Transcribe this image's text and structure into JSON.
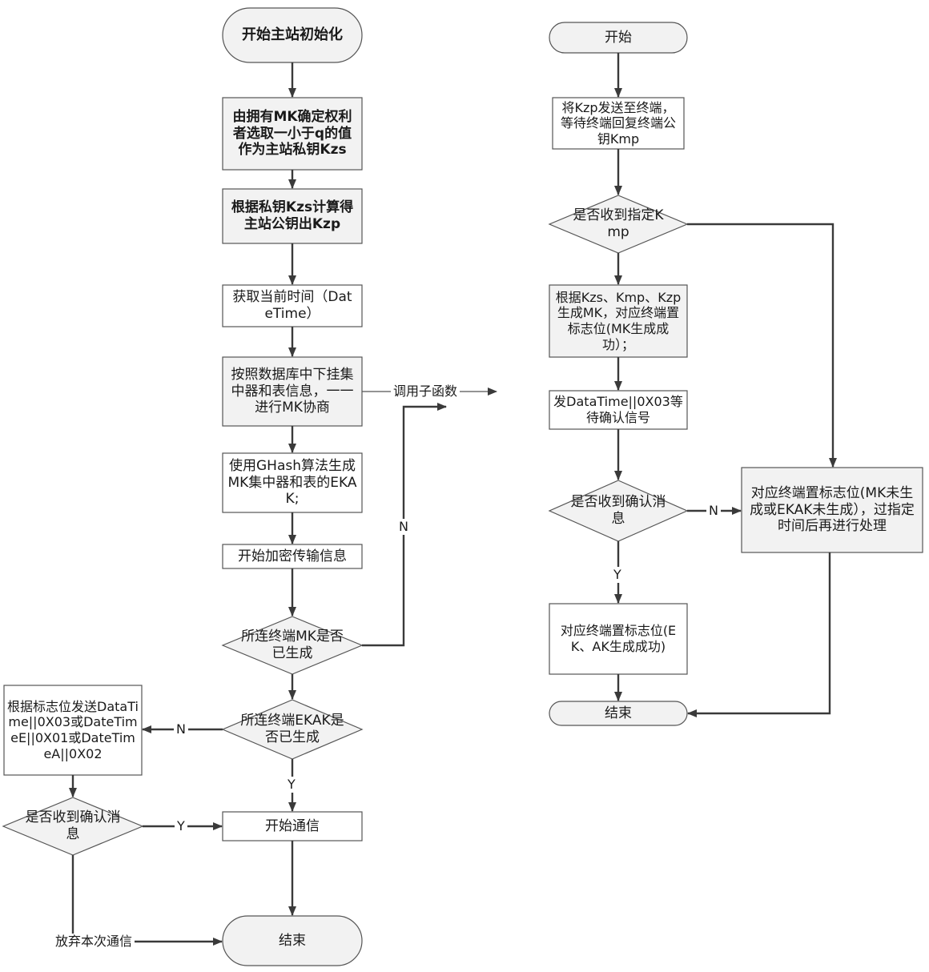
{
  "left": {
    "start": "开始主站初始化",
    "select_key": "由拥有MK确定权利者选取一小于q的值作为主站私钥Kzs",
    "compute_pub": "根据私钥Kzs计算得主站公钥出Kzp",
    "get_time": "获取当前时间（DateTime）",
    "negotiate": "按照数据库中下挂集中器和表信息，一一进行MK协商",
    "ghash": "使用GHash算法生成MK集中器和表的EKAK;",
    "encrypt": "开始加密传输信息",
    "mk_check": "所连终端MK是否已生成",
    "ekak_check": "所连终端EKAK是否已生成",
    "send_flag": "根据标志位发送DataTime||0X03或DateTimeE||0X01或DateTimeA||0X02",
    "confirm_check": "是否收到确认消息",
    "start_comm": "开始通信",
    "abandon": "放弃本次通信",
    "end": "结束"
  },
  "right": {
    "start": "开始",
    "send_kzp": "将Kzp发送至终端，等待终端回复终端公钥Kmp",
    "kmp_check": "是否收到指定Kmp",
    "gen_mk": "根据Kzs、Kmp、Kzp生成MK，对应终端置标志位(MK生成成功）；",
    "send_dt": "发DataTime||0X03等待确认信号",
    "confirm_check": "是否收到确认消息",
    "set_flag_fail": "对应终端置标志位(MK未生成或EKAK未生成），过指定时间后再进行处理",
    "set_flag_ok": "对应终端置标志位(EK、AK生成成功)",
    "end": "结束"
  },
  "edges": {
    "call_sub": "调用子函数",
    "n": "N",
    "y": "Y"
  }
}
